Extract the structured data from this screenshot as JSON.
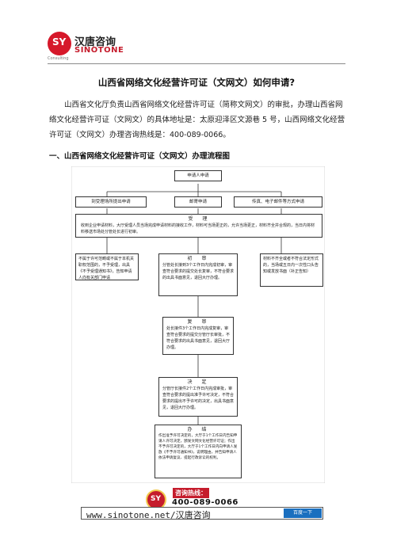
{
  "brand": {
    "logo_mark": "SY",
    "name_cn": "汉唐咨询",
    "name_en": "SINOTONE",
    "tagline": "Consulting",
    "logo_color": "#d6182a"
  },
  "article": {
    "title": "山西省网络文化经营许可证（文网文）如何申请?",
    "paragraph": "山西省文化厅负责山西省网络文化经营许可证（简称文网文）的审批，办理山西省网络文化经营许可证（文网文）的具体地址是：太原迎泽区文源巷 5 号，山西网络文化经营许可证（文网文）办理咨询热线是：400-089-0066。",
    "section_heading": "一、山西省网络文化经营许可证（文网文）办理流程图"
  },
  "flowchart": {
    "start": "申请人申请",
    "channels": [
      "到受理场所提出申请",
      "邮寄申请",
      "传真、电子邮件等方式申请"
    ],
    "accept": {
      "heading": "受　理",
      "text": "收到企业申请材料，大厅受理人员当场完成申请材料的接收工作，材料可当场更正的，允许当场更正，材料齐全并合规的，当日内将材料移送市场处分管处长进行初审。"
    },
    "reject_left": "不属于许可范畴或不属于本机关职权范围的，不予受理，出具《不予受理通知书》，告知申请人向有关部门申请",
    "first_review": {
      "heading": "初　审",
      "text": "分管处长接到3个工作日内完成初审，审查符合要求的提交处长复审，不符合要求的出具书面意见，退回大厅办理。"
    },
    "reject_right": "材料不齐全或者不符合法定形式的，当场或五日内一次性口头告知或发放书面（补正告知）",
    "second_review": {
      "heading": "复　审",
      "text": "处长接件3个工作日内完成复审，审查符合要求的提交分管厅长审批，不符合要求的出具书面意见，退回大厅办理。"
    },
    "decision": {
      "heading": "决　定",
      "text": "分管厅长接件2个工作日内完成审批，审查符合要求的提出准予许可决定，不符合要求的提出不予许可的决定，出具书面意见，退回大厅办理。"
    },
    "handle": {
      "heading": "办　结",
      "text": "作出准予许可决定的，大厅于1个工作日内告知申请人许可决定，颁发文网文化经营许可证；作出不予许可决定的，大厅于1个工作日内向申请人发放《不予许可通知书》，说明理由，并告知申请人依法申请复议、提起行政诉讼的权利。"
    }
  },
  "footer": {
    "logo_mark": "SY",
    "hotline_label": "咨询热线：",
    "hotline_number": "400-089-0066",
    "url_text": "www.sinotone.net/汉唐咨询",
    "button_label": "百度一下",
    "accent_color": "#c51c2c",
    "button_color": "#1a6fbf"
  }
}
